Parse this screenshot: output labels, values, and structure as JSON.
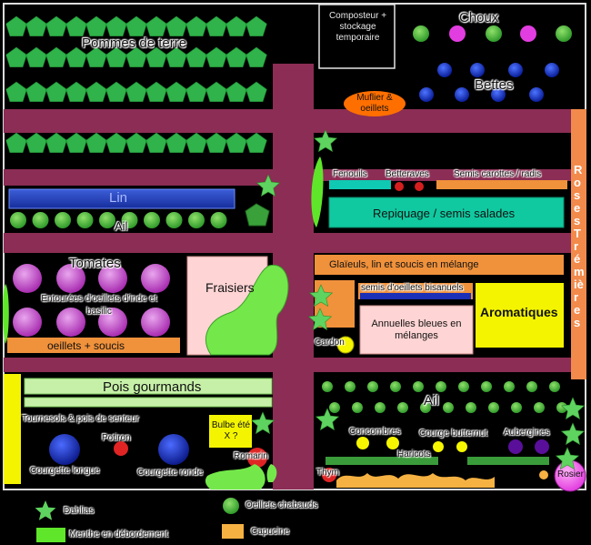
{
  "labels": {
    "pommes_de_terre": "Pommes de terre",
    "composteur": "Composteur + stockage temporaire",
    "choux": "Choux",
    "bettes": "Bettes",
    "muflier": "Muflier & oeillets",
    "roses": "Roses Trémières",
    "lin": "Lin",
    "ail_left": "Ail",
    "fenouils": "Fenouils",
    "betteraves": "Betteraves",
    "carottes": "Semis carottes / radis",
    "salades": "Repiquage / semis salades",
    "tomates": "Tomates",
    "entourees": "Entourées d'oeillets d'inde et basilic",
    "oeillets_soucis": "oeillets + soucis",
    "fraisiers": "Fraisiers",
    "glaieuls": "Glaïeuls, lin et soucis en mélange",
    "oeillets_bisanuels": "semis d'oeillets bisanuels",
    "annuelles": "Annuelles bleues en mélanges",
    "aromatiques": "Aromatiques",
    "cardon": "Cardon",
    "pois_gourmands": "Pois gourmands",
    "tournesols": "Tournesols & pois de senteur",
    "potiron": "Potiron",
    "courgette_longue": "Courgette longue",
    "courgette_ronde": "Courgette ronde",
    "bulbe": "Bulbe été X ?",
    "romarin": "Romarin",
    "ail_right": "Ail",
    "concombres": "Concombres",
    "butternut": "Courge butternut",
    "aubergines": "Aubergines",
    "haricots": "Haricots",
    "thym": "Thym",
    "rosier": "Rosier"
  },
  "legend": {
    "dahlias": "Dahlias",
    "menthe": "Menthe en débordement",
    "oeillets": "Oeillets chabauds",
    "capucine": "Capucine"
  },
  "colors": {
    "path": "#8b2d54",
    "potato": "#2fb34a",
    "dahlia": "#5fd35f",
    "mint": "#5fe62a",
    "capucine": "#f5b142",
    "orange_bed": "#f0913b",
    "teal_bed": "#10c9a0"
  }
}
